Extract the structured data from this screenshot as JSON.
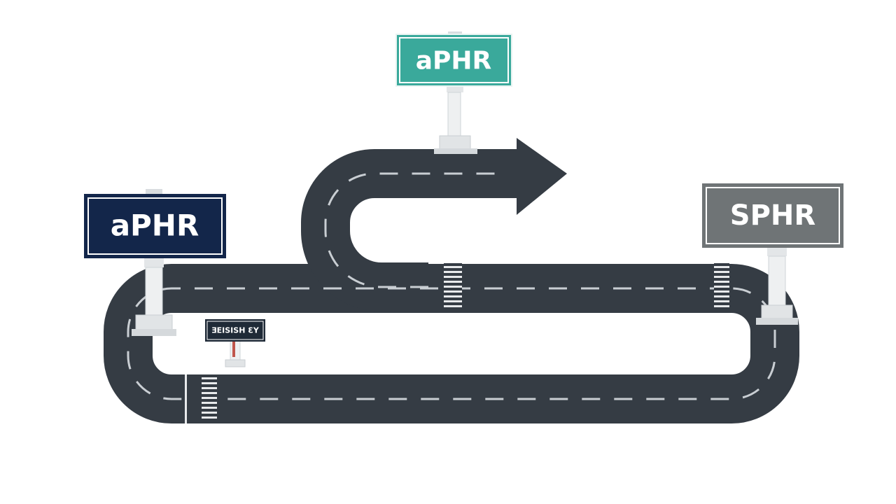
{
  "signs": {
    "top": {
      "label": "aPHR",
      "color": "#3aa99b"
    },
    "left": {
      "label": "aPHR",
      "color": "#13264a"
    },
    "right": {
      "label": "SPHR",
      "color": "#6f7476"
    },
    "small": {
      "label": "ƎEISISH ƐY",
      "color": "#1f2a37"
    }
  },
  "road": {
    "color": "#353c44",
    "dash_color": "#c9ced3"
  },
  "icons": [
    "road-path",
    "direction-arrow",
    "crosswalk",
    "signpost"
  ]
}
